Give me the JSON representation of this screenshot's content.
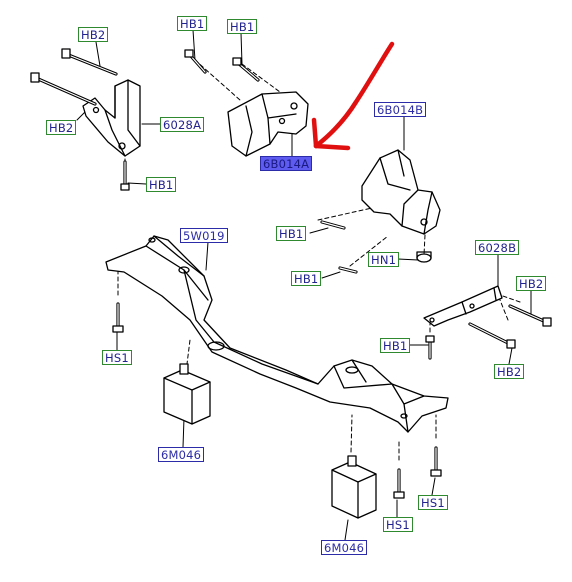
{
  "colors": {
    "green_border": "#2f8a2f",
    "blue_border": "#2c2ca8",
    "label_text": "#23238f",
    "highlight_fill": "#5e5cf0",
    "annotation_arrow": "#e01010"
  },
  "labels": {
    "hb2_top_left": "HB2",
    "hb1_top_a": "HB1",
    "hb1_top_b": "HB1",
    "hb2_left": "HB2",
    "p6028a": "6028A",
    "hb1_left_bottom": "HB1",
    "p6b014a": "6B014A",
    "p6b014b": "6B014B",
    "hb1_mid_a": "HB1",
    "hn1": "HN1",
    "hb1_mid_b": "HB1",
    "p5w019": "5W019",
    "p6028b": "6028B",
    "hb2_right_top": "HB2",
    "hb1_right": "HB1",
    "hb2_right_bottom": "HB2",
    "hs1_left": "HS1",
    "p6m046_left": "6M046",
    "hs1_right_a": "HS1",
    "hs1_right_b": "HS1",
    "p6m046_bottom": "6M046"
  }
}
